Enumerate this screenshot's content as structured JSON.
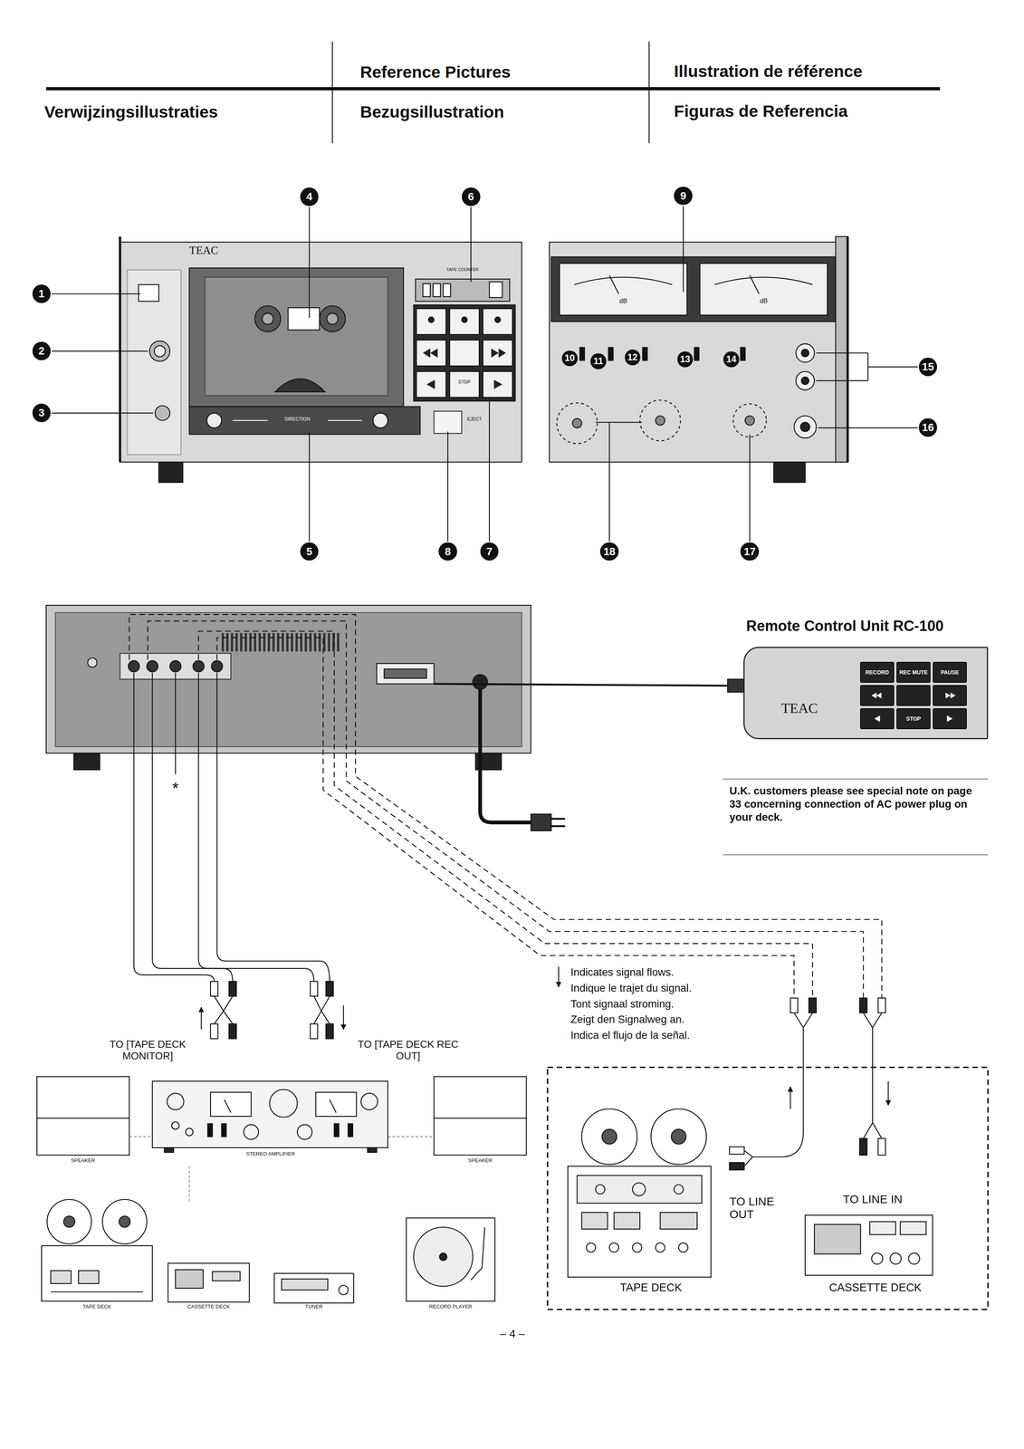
{
  "diagram": {
    "nodes": [
      {
        "text": [
          "Remote Control Unit RC-100",
          "TEAC"
        ]
      },
      {
        "text": [
          "RECORD"
        ],
        "in": 0
      },
      {
        "text": [
          "REC MUTE"
        ],
        "in": 0
      },
      {
        "text": [
          "PAUSE"
        ],
        "in": 0
      },
      {
        "text": [
          "STOP"
        ],
        "in": 0
      }
    ],
    "labels": [
      "Reference Pictures",
      "Illustration de référence",
      "Verwijzingsillustraties",
      "Bezugsillustration",
      "Figuras de Referencia",
      "1",
      "2",
      "3",
      "4",
      "5",
      "6",
      "7",
      "8",
      "9",
      "10",
      "11",
      "12",
      "13",
      "14",
      "15",
      "16",
      "17",
      "18",
      "TEAC",
      "TAPE COUNTER",
      "STOP",
      "DIRECTION",
      "EJECT",
      "dB",
      "dB",
      "*",
      "U.K. customers please see special note on page 33 concerning connection of AC power plug on your deck.",
      "Indicates signal flows.",
      "Indique le trajet du signal.",
      "Tont signaal stroming.",
      "Zeigt den Signalweg an.",
      "Indica el flujo de la señal.",
      "TO [TAPE DECK MONITOR]",
      "TO [TAPE DECK REC OUT]",
      "SPEAKER",
      "STEREO AMPLIFIER",
      "SPEAKER",
      "TAPE DECK",
      "CASSETTE DECK",
      "TUNER",
      "RECORD PLAYER",
      "TO LINE OUT",
      "TO LINE IN",
      "TAPE DECK",
      "CASSETTE DECK",
      "– 4 –"
    ]
  }
}
